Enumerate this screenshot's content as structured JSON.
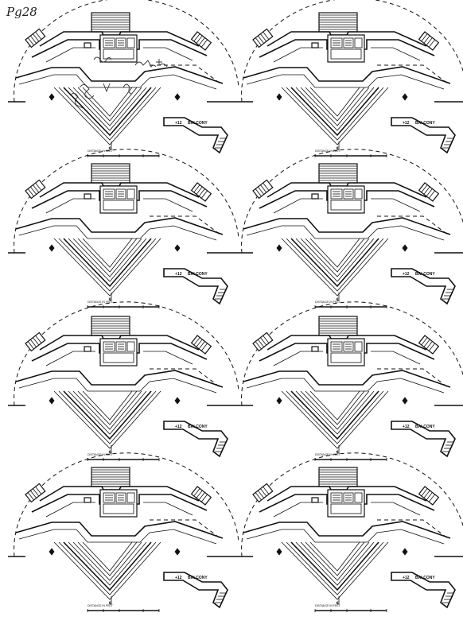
{
  "page_label": "Pg28",
  "plan": {
    "balcony_label": "BALCONY",
    "level_label": "+12",
    "centerline_label": "℄",
    "scale_label": "DISTANCE IN FEET"
  },
  "panels": [
    {
      "id": "plan-1",
      "annotated": true
    },
    {
      "id": "plan-2",
      "annotated": false
    },
    {
      "id": "plan-3",
      "annotated": false
    },
    {
      "id": "plan-4",
      "annotated": false
    },
    {
      "id": "plan-5",
      "annotated": false
    },
    {
      "id": "plan-6",
      "annotated": false
    },
    {
      "id": "plan-7",
      "annotated": false
    },
    {
      "id": "plan-8",
      "annotated": false
    }
  ]
}
